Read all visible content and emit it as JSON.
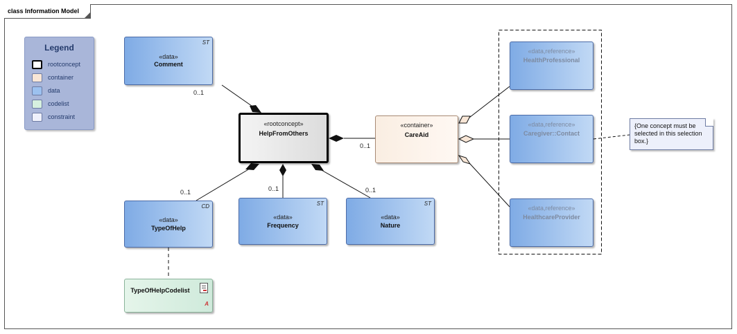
{
  "frame": {
    "title": "class Information Model"
  },
  "legend": {
    "title": "Legend",
    "items": [
      {
        "label": "rootconcept",
        "color": "#ffffff",
        "bold_border": true
      },
      {
        "label": "container",
        "color": "#f8e6d6"
      },
      {
        "label": "data",
        "color": "#9cc1ef"
      },
      {
        "label": "codelist",
        "color": "#d6f0df"
      },
      {
        "label": "constraint",
        "color": "#eef0fb"
      }
    ]
  },
  "classes": {
    "comment": {
      "stereotype": "«data»",
      "name": "Comment",
      "tag": "ST"
    },
    "help_from_others": {
      "stereotype": "«rootconcept»",
      "name": "HelpFromOthers"
    },
    "care_aid": {
      "stereotype": "«container»",
      "name": "CareAid"
    },
    "health_professional": {
      "stereotype": "«data,reference»",
      "name": "HealthProfessional"
    },
    "caregiver_contact": {
      "stereotype": "«data,reference»",
      "name": "Caregiver::Contact"
    },
    "healthcare_provider": {
      "stereotype": "«data,reference»",
      "name": "HealthcareProvider"
    },
    "type_of_help": {
      "stereotype": "«data»",
      "name": "TypeOfHelp",
      "tag": "CD"
    },
    "frequency": {
      "stereotype": "«data»",
      "name": "Frequency",
      "tag": "ST"
    },
    "nature": {
      "stereotype": "«data»",
      "name": "Nature",
      "tag": "ST"
    },
    "type_of_help_codelist": {
      "name": "TypeOfHelpCodelist",
      "tag": "A"
    }
  },
  "multiplicities": {
    "comment": "0..1",
    "care_aid": "0..1",
    "type_of_help": "0..1",
    "frequency": "0..1",
    "nature": "0..1"
  },
  "note": {
    "text": "{One concept must be selected in this selection box.}"
  }
}
